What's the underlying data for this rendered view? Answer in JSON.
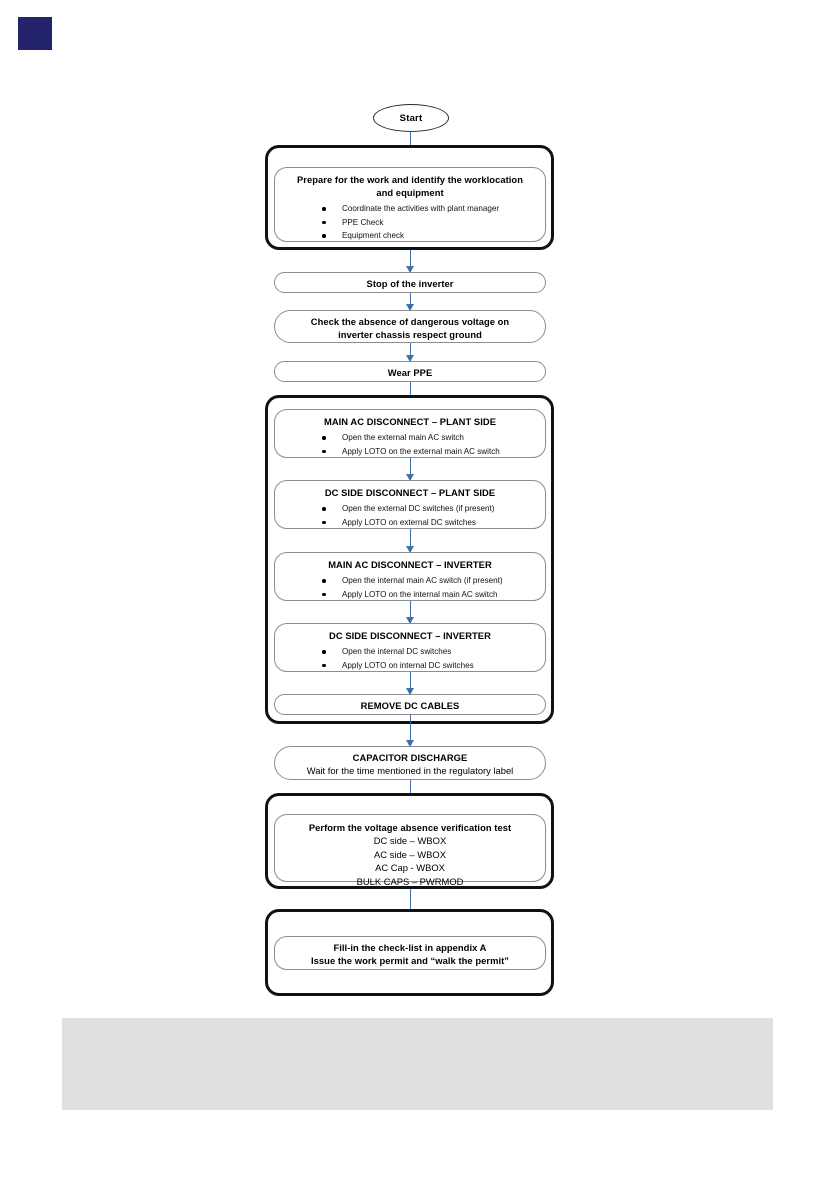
{
  "page": {
    "logo_name": "brand-square-logo",
    "accent_color": "#23246b",
    "connector_color": "#3f6eab",
    "footer_color": "#e0e1de"
  },
  "flow": {
    "start": {
      "label": "Start"
    },
    "group1": {
      "node": {
        "title_line1": "Prepare for the work and identify the worklocation",
        "title_line2": "and equipment",
        "bullets": [
          "Coordinate the activities with plant manager",
          "PPE Check",
          "Equipment check"
        ]
      }
    },
    "stop_inverter": {
      "title": "Stop of the inverter"
    },
    "check_voltage": {
      "title_line1": "Check the absence of dangerous voltage on",
      "title_line2": "inverter chassis respect ground"
    },
    "wear_ppe": {
      "title": "Wear PPE"
    },
    "group2": {
      "main_ac_plant": {
        "title": "MAIN AC DISCONNECT – PLANT SIDE",
        "bullets": [
          "Open the external main AC switch",
          "Apply LOTO on the external main AC switch"
        ]
      },
      "dc_side_plant": {
        "title": "DC SIDE DISCONNECT – PLANT SIDE",
        "bullets": [
          "Open the external DC switches (if present)",
          "Apply LOTO on external DC switches"
        ]
      },
      "main_ac_inverter": {
        "title": "MAIN AC DISCONNECT – INVERTER",
        "bullets": [
          "Open the internal main AC switch (if present)",
          "Apply LOTO on the internal main AC switch"
        ]
      },
      "dc_side_inverter": {
        "title": "DC SIDE DISCONNECT – INVERTER",
        "bullets": [
          "Open the internal DC switches",
          "Apply LOTO on internal DC switches"
        ]
      },
      "remove_dc_cables": {
        "title": "REMOVE DC CABLES"
      }
    },
    "capacitor_discharge": {
      "title": "CAPACITOR DISCHARGE",
      "subtitle": "Wait for the time mentioned in the regulatory label"
    },
    "group3": {
      "voltage_absence_test": {
        "title": "Perform the voltage absence verification test",
        "lines": [
          "DC side – WBOX",
          "AC side – WBOX",
          "AC Cap - WBOX",
          "BULK CAPS – PWRMOD"
        ]
      }
    },
    "group4": {
      "work_permit": {
        "line1": "Fill-in the check-list in appendix A",
        "line2": "Issue the work permit and “walk the permit”"
      }
    }
  }
}
